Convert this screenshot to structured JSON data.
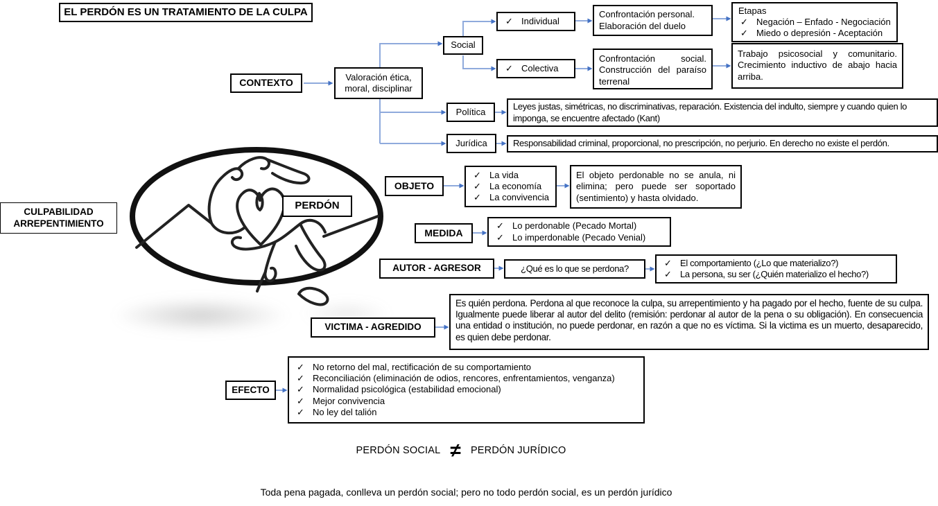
{
  "title": "EL PERDÓN ES UN TRATAMIENTO DE LA CULPA",
  "icons": {
    "check": "✓"
  },
  "colors": {
    "connector": "#8faadc",
    "arrowhead": "#4472c4",
    "border": "#000000"
  },
  "center": {
    "label": "PERDÓN",
    "left_label": "CULPABILIDAD ARREPENTIMIENTO"
  },
  "contexto": {
    "label": "CONTEXTO",
    "valoracion": "Valoración ética, moral, disciplinar",
    "social": {
      "label": "Social",
      "individual": {
        "label": "Individual",
        "confrontacion": "Confrontación personal. Elaboración del duelo",
        "etapas_title": "Etapas",
        "etapas": [
          "Negación – Enfado - Negociación",
          "Miedo o depresión - Aceptación"
        ]
      },
      "colectiva": {
        "label": "Colectiva",
        "confrontacion": "Confrontación social. Construcción del paraíso terrenal",
        "trabajo": "Trabajo psicosocial y comunitario. Crecimiento inductivo de abajo hacia arriba."
      }
    },
    "politica": {
      "label": "Política",
      "text": "Leyes justas, simétricas, no discriminativas, reparación. Existencia del indulto, siempre y cuando quien lo imponga, se encuentre afectado (Kant)"
    },
    "juridica": {
      "label": "Jurídica",
      "text": "Responsabilidad criminal, proporcional, no prescripción, no perjurio. En derecho no existe el perdón."
    }
  },
  "objeto": {
    "label": "OBJETO",
    "items": [
      "La vida",
      "La economía",
      "La convivencia"
    ],
    "text": "El objeto perdonable no se anula, ni elimina; pero puede ser soportado (sentimiento) y hasta olvidado."
  },
  "medida": {
    "label": "MEDIDA",
    "items": [
      "Lo perdonable (Pecado Mortal)",
      "Lo imperdonable (Pecado Venial)"
    ]
  },
  "autor": {
    "label": "AUTOR - AGRESOR",
    "question": "¿Qué es lo que se perdona?",
    "items": [
      "El comportamiento (¿Lo que materializo?)",
      "La persona, su ser (¿Quién materializo el hecho?)"
    ]
  },
  "victima": {
    "label": "VICTIMA - AGREDIDO",
    "text": "Es quién perdona. Perdona al que reconoce la culpa, su arrepentimiento y ha pagado por el hecho, fuente de su culpa. Igualmente puede liberar al autor del delito (remisión: perdonar al autor de la pena o su obligación). En consecuencia una entidad o institución, no puede perdonar, en razón a que no es víctima. Si la victima es un muerto, desaparecido, es quien debe perdonar."
  },
  "efecto": {
    "label": "EFECTO",
    "items": [
      "No retorno del mal, rectificación de su comportamiento",
      "Reconciliación (eliminación de odios, rencores, enfrentamientos, venganza)",
      "Normalidad psicológica (estabilidad emocional)",
      "Mejor convivencia",
      "No ley del talión"
    ]
  },
  "footer": {
    "inequality_left": "PERDÓN SOCIAL",
    "inequality_symbol": "≠",
    "inequality_right": "PERDÓN JURÍDICO",
    "note": "Toda pena pagada, conlleva un perdón social; pero no todo perdón social, es un perdón jurídico"
  }
}
